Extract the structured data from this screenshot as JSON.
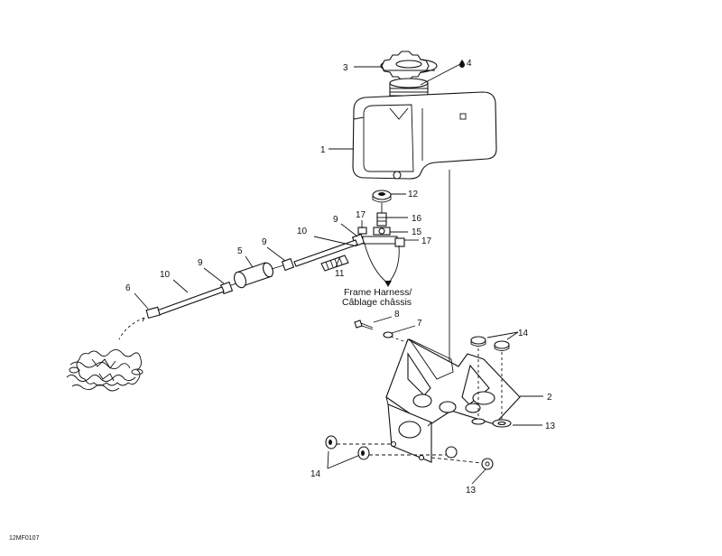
{
  "callouts": {
    "c1": "1",
    "c2": "2",
    "c3": "3",
    "c4": "4",
    "c5": "5",
    "c6": "6",
    "c7": "7",
    "c8": "8",
    "c9a": "9",
    "c9b": "9",
    "c9c": "9",
    "c10a": "10",
    "c10b": "10",
    "c11": "11",
    "c12": "12",
    "c13a": "13",
    "c13b": "13",
    "c14a": "14",
    "c14b": "14",
    "c15": "15",
    "c16": "16",
    "c17a": "17",
    "c17b": "17"
  },
  "caption": {
    "line1": "Frame Harness/",
    "line2": "Câblage châssis"
  },
  "drawing_code": "12MF0107",
  "colors": {
    "ink": "#111111",
    "paper": "#ffffff"
  },
  "icons": {
    "part4_marker": "drop-icon"
  }
}
